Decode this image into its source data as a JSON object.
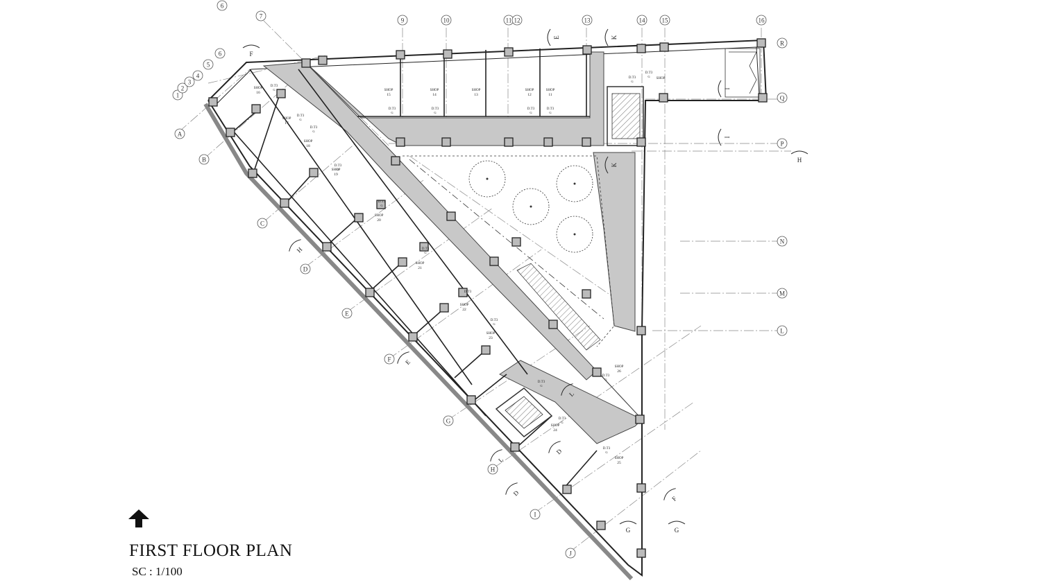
{
  "drawing": {
    "title": "FIRST FLOOR PLAN",
    "scale": "SC : 1/100"
  },
  "grid_top": [
    "6",
    "7",
    "9",
    "10",
    "11",
    "12",
    "13",
    "14",
    "15",
    "16"
  ],
  "grid_left_nums": [
    "1",
    "2",
    "3",
    "4",
    "5",
    "6"
  ],
  "grid_right": [
    "R",
    "Q",
    "P",
    "N",
    "M",
    "L"
  ],
  "grid_diag": [
    "A",
    "B",
    "C",
    "D",
    "E",
    "F",
    "G",
    "H",
    "I",
    "J"
  ],
  "sections": [
    "H",
    "H",
    "E",
    "E",
    "F",
    "F",
    "K",
    "K",
    "I",
    "I",
    "L",
    "L",
    "D",
    "D",
    "G",
    "G"
  ],
  "shops": [
    {
      "label": "SHOP",
      "num": "15"
    },
    {
      "label": "SHOP",
      "num": "14"
    },
    {
      "label": "SHOP",
      "num": "13"
    },
    {
      "label": "SHOP",
      "num": "12"
    },
    {
      "label": "SHOP",
      "num": "11"
    },
    {
      "label": "SHOP",
      "num": ""
    },
    {
      "label": "SHOP",
      "num": "16"
    },
    {
      "label": "SHOP",
      "num": "17"
    },
    {
      "label": "SHOP",
      "num": "18"
    },
    {
      "label": "SHOP",
      "num": "19"
    },
    {
      "label": "SHOP",
      "num": "20"
    },
    {
      "label": "SHOP",
      "num": "21"
    },
    {
      "label": "SHOP",
      "num": "22"
    },
    {
      "label": "SHOP",
      "num": "23"
    },
    {
      "label": "SHOP",
      "num": "24"
    },
    {
      "label": "SHOP",
      "num": "25"
    },
    {
      "label": "SHOP",
      "num": "26"
    }
  ],
  "door_tag": "D.T3",
  "door_sub": "G"
}
